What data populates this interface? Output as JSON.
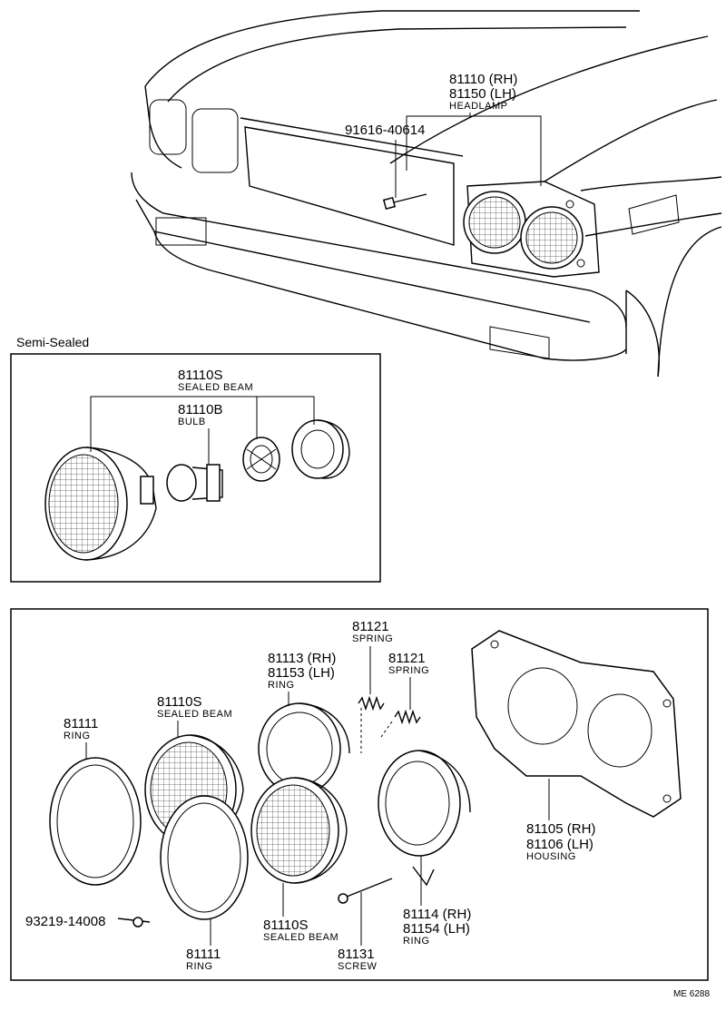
{
  "labels": {
    "headlamp_rh": "81110 (RH)",
    "headlamp_lh": "81150 (LH)",
    "headlamp_name": "HEADLAMP",
    "bolt": "91616-40614",
    "semi_title": "Semi-Sealed",
    "semi_beam_num": "81110S",
    "semi_beam_name": "SEALED BEAM",
    "bulb_num": "81110B",
    "bulb_name": "BULB",
    "spring1_num": "81121",
    "spring1_name": "SPRING",
    "spring2_num": "81121",
    "spring2_name": "SPRING",
    "ring_rh": "81113 (RH)",
    "ring_lh": "81153 (LH)",
    "ring_name": "RING",
    "ring1_num": "81111",
    "ring1_name": "RING",
    "beam_top_num": "81110S",
    "beam_top_name": "SEALED BEAM",
    "housing_rh": "81105 (RH)",
    "housing_lh": "81106 (LH)",
    "housing_name": "HOUSING",
    "screw_small": "93219-14008",
    "ring_bottom_num": "81111",
    "ring_bottom_name": "RING",
    "beam_bottom_num": "81110S",
    "beam_bottom_name": "SEALED BEAM",
    "screw_num": "81131",
    "screw_name": "SCREW",
    "ring2_rh": "81114 (RH)",
    "ring2_lh": "81154 (LH)",
    "ring2_name": "RING",
    "ref": "ME 6288"
  }
}
